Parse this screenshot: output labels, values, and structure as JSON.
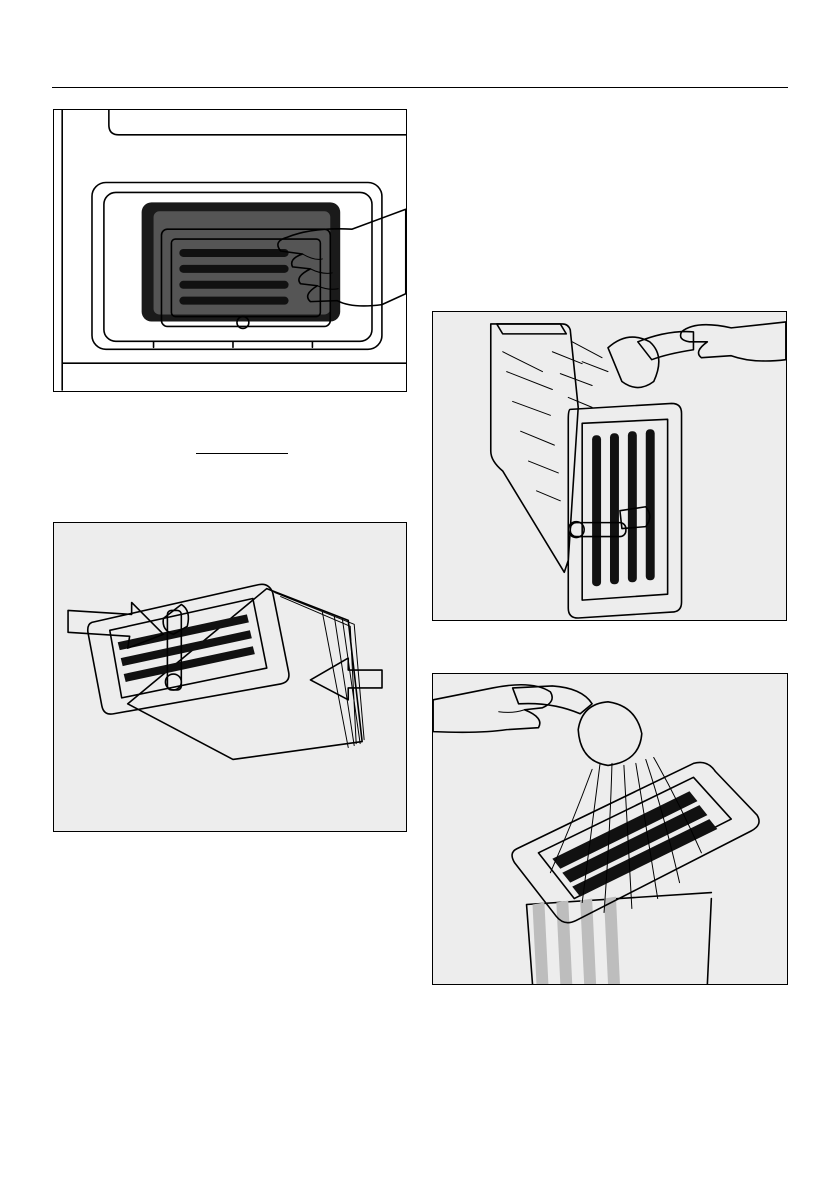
{
  "figures": [
    {
      "id": "fig1",
      "subject": "hand-removing-filter-from-dryer-compartment"
    },
    {
      "id": "fig2",
      "subject": "filter-with-arrows-indicating-release"
    },
    {
      "id": "fig3",
      "subject": "rinsing-filter-side-under-shower"
    },
    {
      "id": "fig4",
      "subject": "rinsing-filter-top-under-shower"
    }
  ],
  "colors": {
    "panel_background": "#ededed",
    "line": "#000000",
    "filter_gray": "#bdbdbd",
    "arrow_fill": "#ffffff"
  }
}
